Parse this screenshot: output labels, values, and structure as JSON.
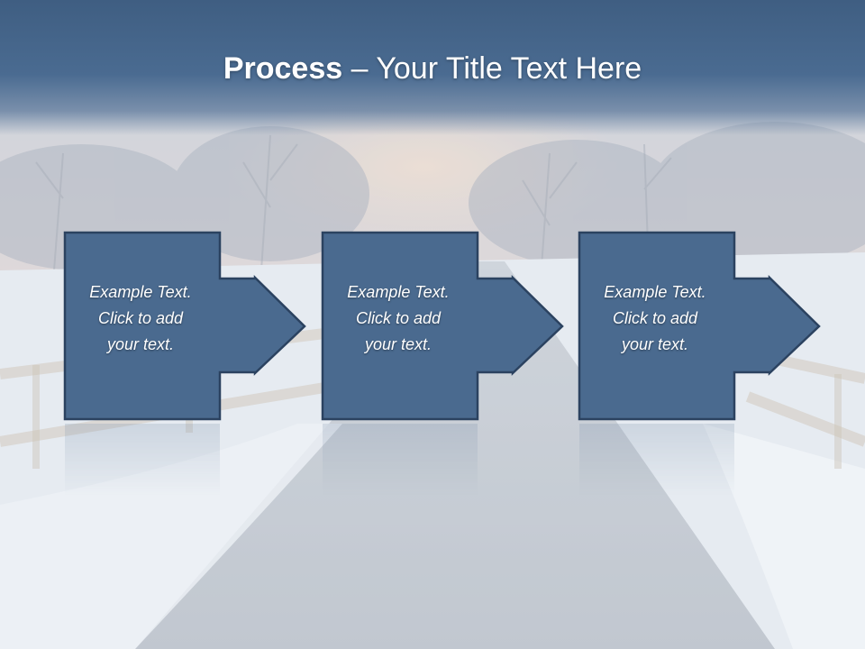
{
  "slide": {
    "title_bold": "Process",
    "title_rest": " – Your Title Text Here"
  },
  "steps": [
    {
      "line1": "Example Text.",
      "line2": "Click  to add",
      "line3": "your text."
    },
    {
      "line1": "Example Text.",
      "line2": "Click  to add",
      "line3": "your text."
    },
    {
      "line1": "Example Text.",
      "line2": "Click  to add",
      "line3": "your text."
    }
  ],
  "colors": {
    "box_fill": "#4a6a8f",
    "box_stroke": "#2b4260",
    "title_band": "#4a6b91"
  },
  "icons": {
    "connector": "right-arrow-icon"
  }
}
